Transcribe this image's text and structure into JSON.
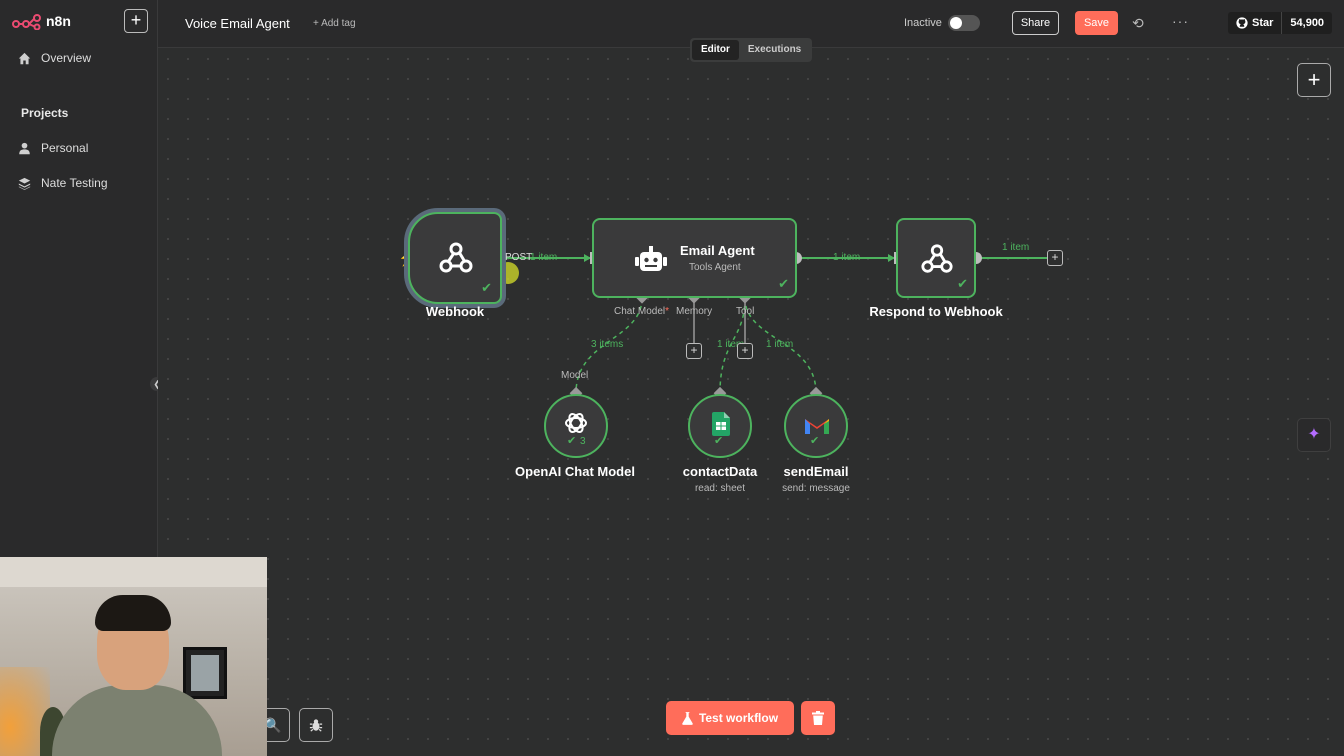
{
  "app": {
    "logo_text": "n8n"
  },
  "sidebar": {
    "new_label": "+",
    "overview": "Overview",
    "projects_heading": "Projects",
    "items": [
      {
        "label": "Personal",
        "icon": "user-icon"
      },
      {
        "label": "Nate Testing",
        "icon": "layers-icon"
      }
    ]
  },
  "header": {
    "workflow_name": "Voice Email Agent",
    "add_tag": "+ Add tag",
    "status_label": "Inactive",
    "share_label": "Share",
    "save_label": "Save",
    "github_star": "Star",
    "github_count": "54,900"
  },
  "tabs": [
    "Editor",
    "Executions"
  ],
  "nodes": {
    "webhook": {
      "label": "Webhook",
      "out_label": "POST"
    },
    "agent": {
      "title": "Email Agent",
      "subtitle": "Tools Agent",
      "ports": [
        "Chat Model",
        "Memory",
        "Tool"
      ],
      "required_mark": "*"
    },
    "respond": {
      "label": "Respond to Webhook"
    },
    "openai": {
      "label": "OpenAI Chat Model",
      "port_label": "Model",
      "count": "3"
    },
    "contact": {
      "label": "contactData",
      "sub": "read: sheet"
    },
    "sendemail": {
      "label": "sendEmail",
      "sub": "send: message"
    }
  },
  "edges": {
    "webhook_agent": "1 item",
    "agent_respond": "1 item",
    "respond_out": "1 item",
    "model_items": "3 items",
    "tool_contact": "1 item",
    "tool_send": "1 item"
  },
  "actions": {
    "test_workflow": "Test workflow"
  },
  "colors": {
    "accent": "#ff6d5a",
    "success": "#4db35e",
    "canvas": "#2d2e2e"
  }
}
